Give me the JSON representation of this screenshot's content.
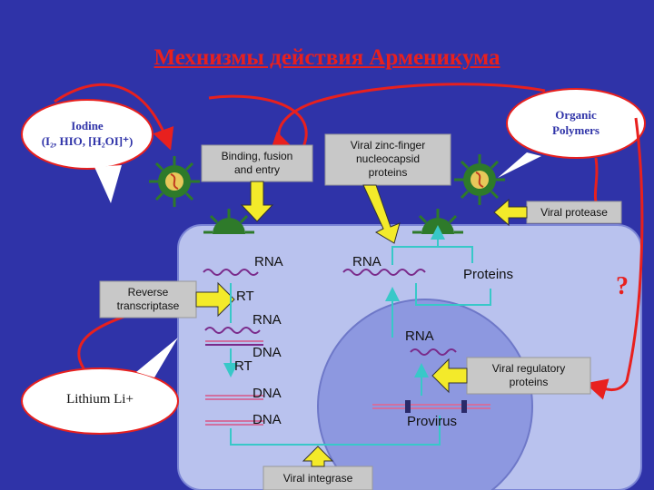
{
  "title": "Мехнизмы действия Арменикума",
  "bubbles": {
    "iodine_line1": "Iodine",
    "iodine_line2": "(I₂, HIO, [H₂OI]⁺)",
    "organic_line1": "Organic",
    "organic_line2": "Polymers",
    "lithium": "Lithium  Li+"
  },
  "boxes": {
    "binding_line1": "Binding, fusion",
    "binding_line2": "and entry",
    "zinc_line1": "Viral zinc-finger",
    "zinc_line2": "nucleocapsid",
    "zinc_line3": "proteins",
    "protease": "Viral protease",
    "rt_line1": "Reverse",
    "rt_line2": "transcriptase",
    "regulatory_line1": "Viral regulatory",
    "regulatory_line2": "proteins",
    "integrase": "Viral integrase"
  },
  "labels": {
    "rna_top_left": "RNA",
    "rna_top_mid": "RNA",
    "proteins": "Proteins",
    "rt_1": "RT",
    "rna_2": "RNA",
    "dna_1": "DNA",
    "rt_2": "RT",
    "dna_2": "DNA",
    "dna_3": "DNA",
    "rna_nucleus": "RNA",
    "provirus": "Provirus",
    "question": "?"
  },
  "colors": {
    "background": "#2f33a8",
    "title": "#e8201e",
    "cell": "#b9c2ee",
    "nucleus": "#8d98e0",
    "bubble": "#ffffff",
    "inhibitor_line": "#e8201e",
    "box": "#c8c8c8",
    "arrow": "#f3ea2a",
    "virus": "#2e7a2a",
    "rna_wave": "#7a2a8a",
    "dna": "#d070a0"
  }
}
